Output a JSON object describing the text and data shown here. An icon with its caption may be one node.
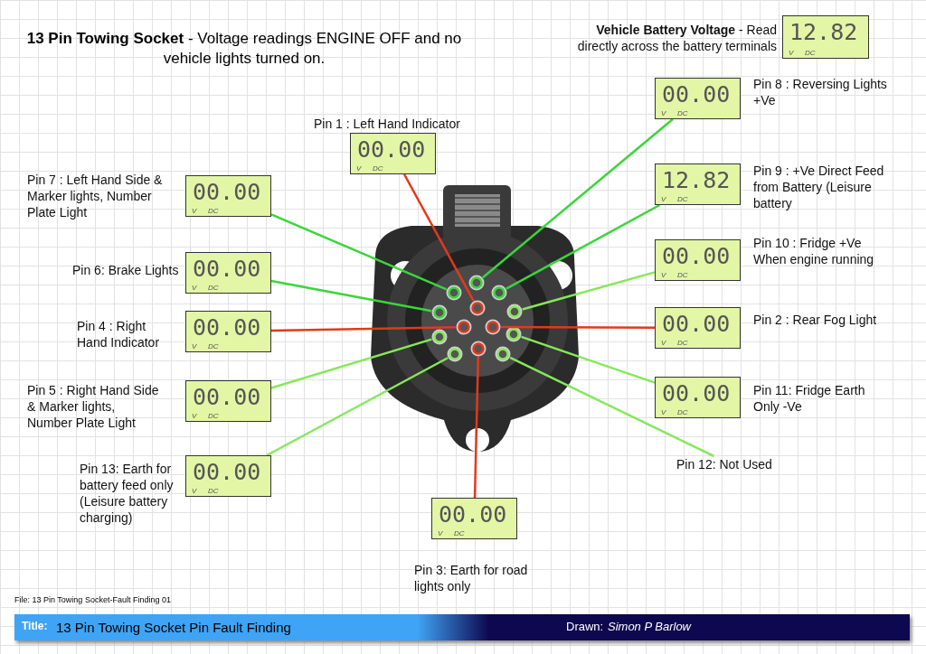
{
  "diagram": {
    "title": "**13 Pin Towing Socket** - Voltage readings ENGINE OFF and no vehicle lights turned on.",
    "nodes": [
      {
        "text": [
          "12.82",
          "V",
          "DC"
        ],
        "beside": [
          "**Vehicle Battery Voltage** - Read directly across the battery terminals"
        ]
      },
      {
        "text": [
          "00.00",
          "V",
          "DC"
        ],
        "beside": [
          "Pin 8 : Reversing Lights +Ve"
        ]
      },
      {
        "text": [
          "00.00",
          "V",
          "DC"
        ],
        "beside": [
          "Pin 1 : Left Hand Indicator"
        ]
      },
      {
        "text": [
          "00.00",
          "V",
          "DC"
        ],
        "beside": [
          "Pin 7 : Left Hand Side & Marker lights, Number Plate Light"
        ]
      },
      {
        "text": [
          "12.82",
          "V",
          "DC"
        ],
        "beside": [
          "Pin 9 : +Ve Direct Feed from Battery (Leisure battery"
        ]
      },
      {
        "text": [
          "00.00",
          "V",
          "DC"
        ],
        "beside": [
          "Pin 10 : Fridge +Ve When engine running"
        ]
      },
      {
        "text": [
          "00.00",
          "V",
          "DC"
        ],
        "beside": [
          "Pin 6: Brake Lights"
        ]
      },
      {
        "text": [
          "00.00",
          "V",
          "DC"
        ],
        "beside": [
          "Pin 4 : Right Hand Indicator"
        ]
      },
      {
        "text": [
          "00.00",
          "V",
          "DC"
        ],
        "beside": [
          "Pin 2 : Rear Fog Light"
        ]
      },
      {
        "text": [
          "00.00",
          "V",
          "DC"
        ],
        "beside": [
          "Pin 5 : Right Hand Side & Marker lights, Number Plate Light"
        ]
      },
      {
        "text": [
          "00.00",
          "V",
          "DC"
        ],
        "beside": [
          "Pin 11: Fridge Earth Only -Ve"
        ]
      },
      {
        "text": [
          "00.00",
          "V",
          "DC"
        ],
        "beside": [
          "Pin 13: Earth for battery feed only (Leisure battery charging)"
        ]
      },
      {
        "text": [
          "Pin 12: Not Used"
        ]
      },
      {
        "text": [
          "00.00",
          "V",
          "DC"
        ],
        "beside": [
          "Pin 3: Earth for road lights only"
        ]
      },
      {
        "text": [],
        "shape": "picture"
      },
      {
        "text": [],
        "shape": "circle",
        "in": 14
      },
      {
        "text": [],
        "shape": "circle",
        "in": 14
      },
      {
        "text": [],
        "shape": "circle",
        "in": 14
      },
      {
        "text": [],
        "shape": "circle",
        "in": 14
      },
      {
        "text": [],
        "shape": "circle",
        "in": 14
      },
      {
        "text": [],
        "shape": "circle",
        "in": 14
      },
      {
        "text": [],
        "shape": "circle",
        "in": 14
      },
      {
        "text": [],
        "shape": "circle",
        "in": 14
      },
      {
        "text": [],
        "shape": "circle",
        "in": 14
      },
      {
        "text": [],
        "shape": "circle",
        "in": 14
      },
      {
        "text": [],
        "shape": "circle",
        "in": 14
      },
      {
        "text": [],
        "shape": "circle",
        "in": 14
      },
      {
        "text": [],
        "shape": "circle",
        "in": 14
      }
    ],
    "edges": [
      {
        "from": 1,
        "to": 15,
        "arrow": "none",
        "color": "#3ad63a"
      },
      {
        "from": 2,
        "to": 19,
        "arrow": "none",
        "color": "#e2391b"
      },
      {
        "from": 3,
        "to": 16,
        "arrow": "none",
        "color": "#3ad63a"
      },
      {
        "from": 4,
        "to": 17,
        "arrow": "none",
        "color": "#3ad63a"
      },
      {
        "from": 5,
        "to": 20,
        "arrow": "none",
        "color": "#86e85a"
      },
      {
        "from": 6,
        "to": 18,
        "arrow": "none",
        "color": "#3ad63a"
      },
      {
        "from": 7,
        "to": 21,
        "arrow": "none",
        "color": "#e2391b"
      },
      {
        "from": 8,
        "to": 22,
        "arrow": "none",
        "color": "#e2391b"
      },
      {
        "from": 9,
        "to": 23,
        "arrow": "none",
        "color": "#86e85a"
      },
      {
        "from": 10,
        "to": 24,
        "arrow": "none",
        "color": "#86e85a"
      },
      {
        "from": 11,
        "to": 25,
        "arrow": "none",
        "color": "#86e85a"
      },
      {
        "from": 12,
        "to": 27,
        "arrow": "none",
        "color": "#86e85a"
      },
      {
        "from": 13,
        "to": 26,
        "arrow": "none",
        "color": "#e2391b"
      }
    ],
    "labels": [
      "File: 13 Pin Towing Socket-Fault Finding 01",
      "Title:",
      "13 Pin Towing Socket Pin Fault Finding",
      "Drawn:",
      "Simon P Barlow"
    ]
  }
}
